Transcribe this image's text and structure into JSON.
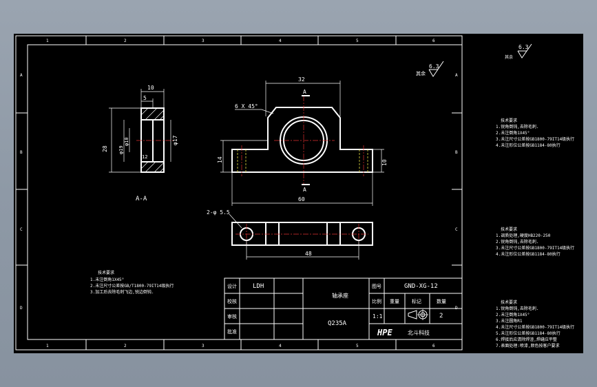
{
  "drawing": {
    "section_label": "A-A",
    "section_marker": "A",
    "dims": {
      "d10": "10",
      "d5": "5",
      "d28": "28",
      "phi19": "φ19",
      "phi10": "φ10",
      "phi17": "φ17",
      "d12": "12",
      "d32": "32",
      "chamfer": "6 X 45°",
      "d14": "14",
      "d10b": "10",
      "d60": "60",
      "holes": "2-φ 5.5",
      "d48": "48"
    },
    "roughness_value": "6.3",
    "roughness_label": "其余",
    "zone_numbers_top": [
      "1",
      "2",
      "3",
      "4",
      "5",
      "6"
    ],
    "zone_letters_side": [
      "A",
      "B",
      "C",
      "D"
    ]
  },
  "title_block": {
    "row_labels": [
      "设计",
      "校核",
      "审核",
      "批准"
    ],
    "designer": "LDH",
    "part_name": "轴承座",
    "material": "Q235A",
    "drawing_no_label": "图号",
    "drawing_no": "GND-XG-12",
    "scale_label": "比例",
    "quantity_label": "数量",
    "weight_label": "重量",
    "mark_label": "标记",
    "scale": "1:1",
    "quantity": "2",
    "brand": "HPE",
    "company": "北斗科技"
  },
  "notes_left": {
    "title": "技术要求",
    "lines": [
      "1.未注倒角1X45°",
      "2.未注尺寸公差按GB/T1800-79IT14级执行",
      "3.加工后去除毛刺飞边,锐边倒钝."
    ]
  },
  "side_panel": {
    "roughness_label": "其余",
    "roughness_value": "6.3",
    "notes_a": {
      "title": "技术要求",
      "lines": [
        "1.锐角倒钝,去除毛刺.",
        "2.未注倒角1X45°",
        "3.未注尺寸公差按GB1800-79IT14级执行",
        "4.未注形位公差按GB1184-80执行"
      ]
    },
    "notes_b": {
      "title": "技术要求",
      "lines": [
        "1.调质处理,硬度HB220-250",
        "2.锐角倒钝,去除毛刺.",
        "3.未注尺寸公差按GB1800-79IT14级执行",
        "4.未注形位公差按GB1184-80执行"
      ]
    },
    "notes_c": {
      "title": "技术要求",
      "lines": [
        "1.锐角倒钝,去除毛刺.",
        "2.未注倒角1X45°",
        "3.未注圆角R1",
        "4.未注尺寸公差按GB1800-79IT14级执行",
        "5.未注形位公差按GB1184-80执行",
        "6.焊接后应清除焊渣,焊缝应平整",
        "7.表面处理:喷漆,颜色按客户要求"
      ]
    }
  }
}
